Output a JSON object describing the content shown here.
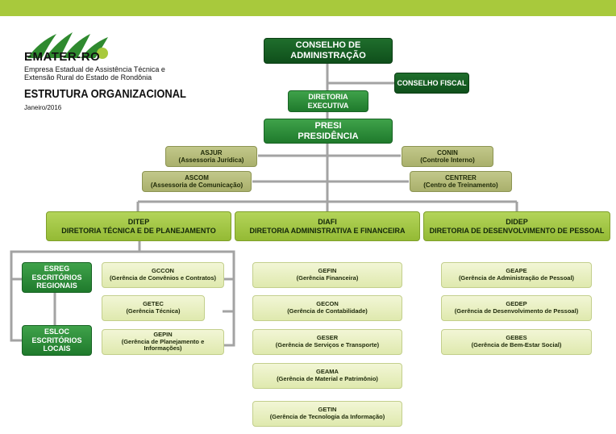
{
  "header": {
    "logo_name": "EMATER-RO",
    "company_line1": "Empresa Estadual de Assistência Técnica e",
    "company_line2": "Extensão Rural do Estado de Rondônia",
    "title": "ESTRUTURA ORGANIZACIONAL",
    "date": "Janeiro/2016"
  },
  "colors": {
    "dark_green": "#0f4f1b",
    "green": "#1f7a2c",
    "lime": "#94ba34",
    "olive": "#a9b06c",
    "pale": "#dfe9ae",
    "top_bar": "#a8c93c"
  },
  "nodes": {
    "conselho_admin": {
      "line1": "CONSELHO DE",
      "line2": "ADMINISTRAÇÃO"
    },
    "conselho_fiscal": {
      "line1": "CONSELHO FISCAL"
    },
    "diretoria_exec": {
      "line1": "DIRETORIA",
      "line2": "EXECUTIVA"
    },
    "presi": {
      "line1": "PRESI",
      "line2": "PRESIDÊNCIA"
    },
    "asjur": {
      "line1": "ASJUR",
      "line2": "(Assessoria Jurídica)"
    },
    "ascom": {
      "line1": "ASCOM",
      "line2": "(Assessoria de Comunicação)"
    },
    "conin": {
      "line1": "CONIN",
      "line2": "(Controle Interno)"
    },
    "centrer": {
      "line1": "CENTRER",
      "line2": "(Centro de Treinamento)"
    },
    "ditep": {
      "line1": "DITEP",
      "line2": "DIRETORIA TÉCNICA E DE PLANEJAMENTO"
    },
    "diafi": {
      "line1": "DIAFI",
      "line2": "DIRETORIA ADMINISTRATIVA E FINANCEIRA"
    },
    "didep": {
      "line1": "DIDEP",
      "line2": "DIRETORIA DE DESENVOLVIMENTO DE PESSOAL"
    },
    "esreg": {
      "line1": "ESREG",
      "line2": "ESCRITÓRIOS",
      "line3": "REGIONAIS"
    },
    "esloc": {
      "line1": "ESLOC",
      "line2": "ESCRITÓRIOS",
      "line3": "LOCAIS"
    },
    "gccon": {
      "line1": "GCCON",
      "line2": "(Gerência de Convênios e Contratos)"
    },
    "getec": {
      "line1": "GETEC",
      "line2": "(Gerência Técnica)"
    },
    "gepin": {
      "line1": "GEPIN",
      "line2": "(Gerência de Planejamento e Informações)"
    },
    "gefin": {
      "line1": "GEFIN",
      "line2": "(Gerência Financeira)"
    },
    "gecon": {
      "line1": "GECON",
      "line2": "(Gerência de Contabilidade)"
    },
    "geser": {
      "line1": "GESER",
      "line2": "(Gerência de Serviços e Transporte)"
    },
    "geama": {
      "line1": "GEAMA",
      "line2": "(Gerência de Material e Patrimônio)"
    },
    "getin": {
      "line1": "GETIN",
      "line2": "(Gerência de Tecnologia da Informação)"
    },
    "geape": {
      "line1": "GEAPE",
      "line2": "(Gerência de Administração de Pessoal)"
    },
    "gedep": {
      "line1": "GEDEP",
      "line2": "(Gerência de Desenvolvimento de Pessoal)"
    },
    "gebes": {
      "line1": "GEBES",
      "line2": "(Gerência de Bem-Estar Social)"
    }
  }
}
